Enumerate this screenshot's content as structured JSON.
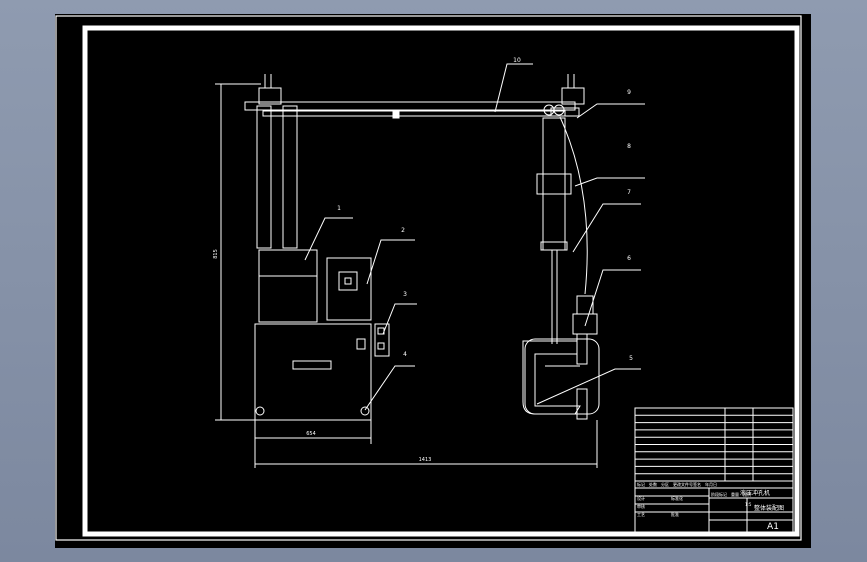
{
  "colors": {
    "background": "#000000",
    "line": "#ffffff",
    "window_frame": "#8f9bb0"
  },
  "drawing": {
    "balloons": [
      "10",
      "9",
      "8",
      "7",
      "6",
      "5",
      "1",
      "2",
      "3",
      "4"
    ],
    "dims": {
      "height": "815",
      "base_width": "654",
      "total_width": "1413"
    }
  },
  "title_block": {
    "drawing_name": "液压冲孔机",
    "part_name": "整体装配图",
    "sheet_size": "A1",
    "labels_row": [
      "标记",
      "处数",
      "分区",
      "更改文件号",
      "签名",
      "年月日"
    ],
    "labels_row2": [
      "设计",
      "标准化",
      "审核",
      "工艺",
      "批准"
    ],
    "stage_labels": [
      "阶段标记",
      "重量",
      "比例"
    ],
    "scale": "1:5"
  }
}
